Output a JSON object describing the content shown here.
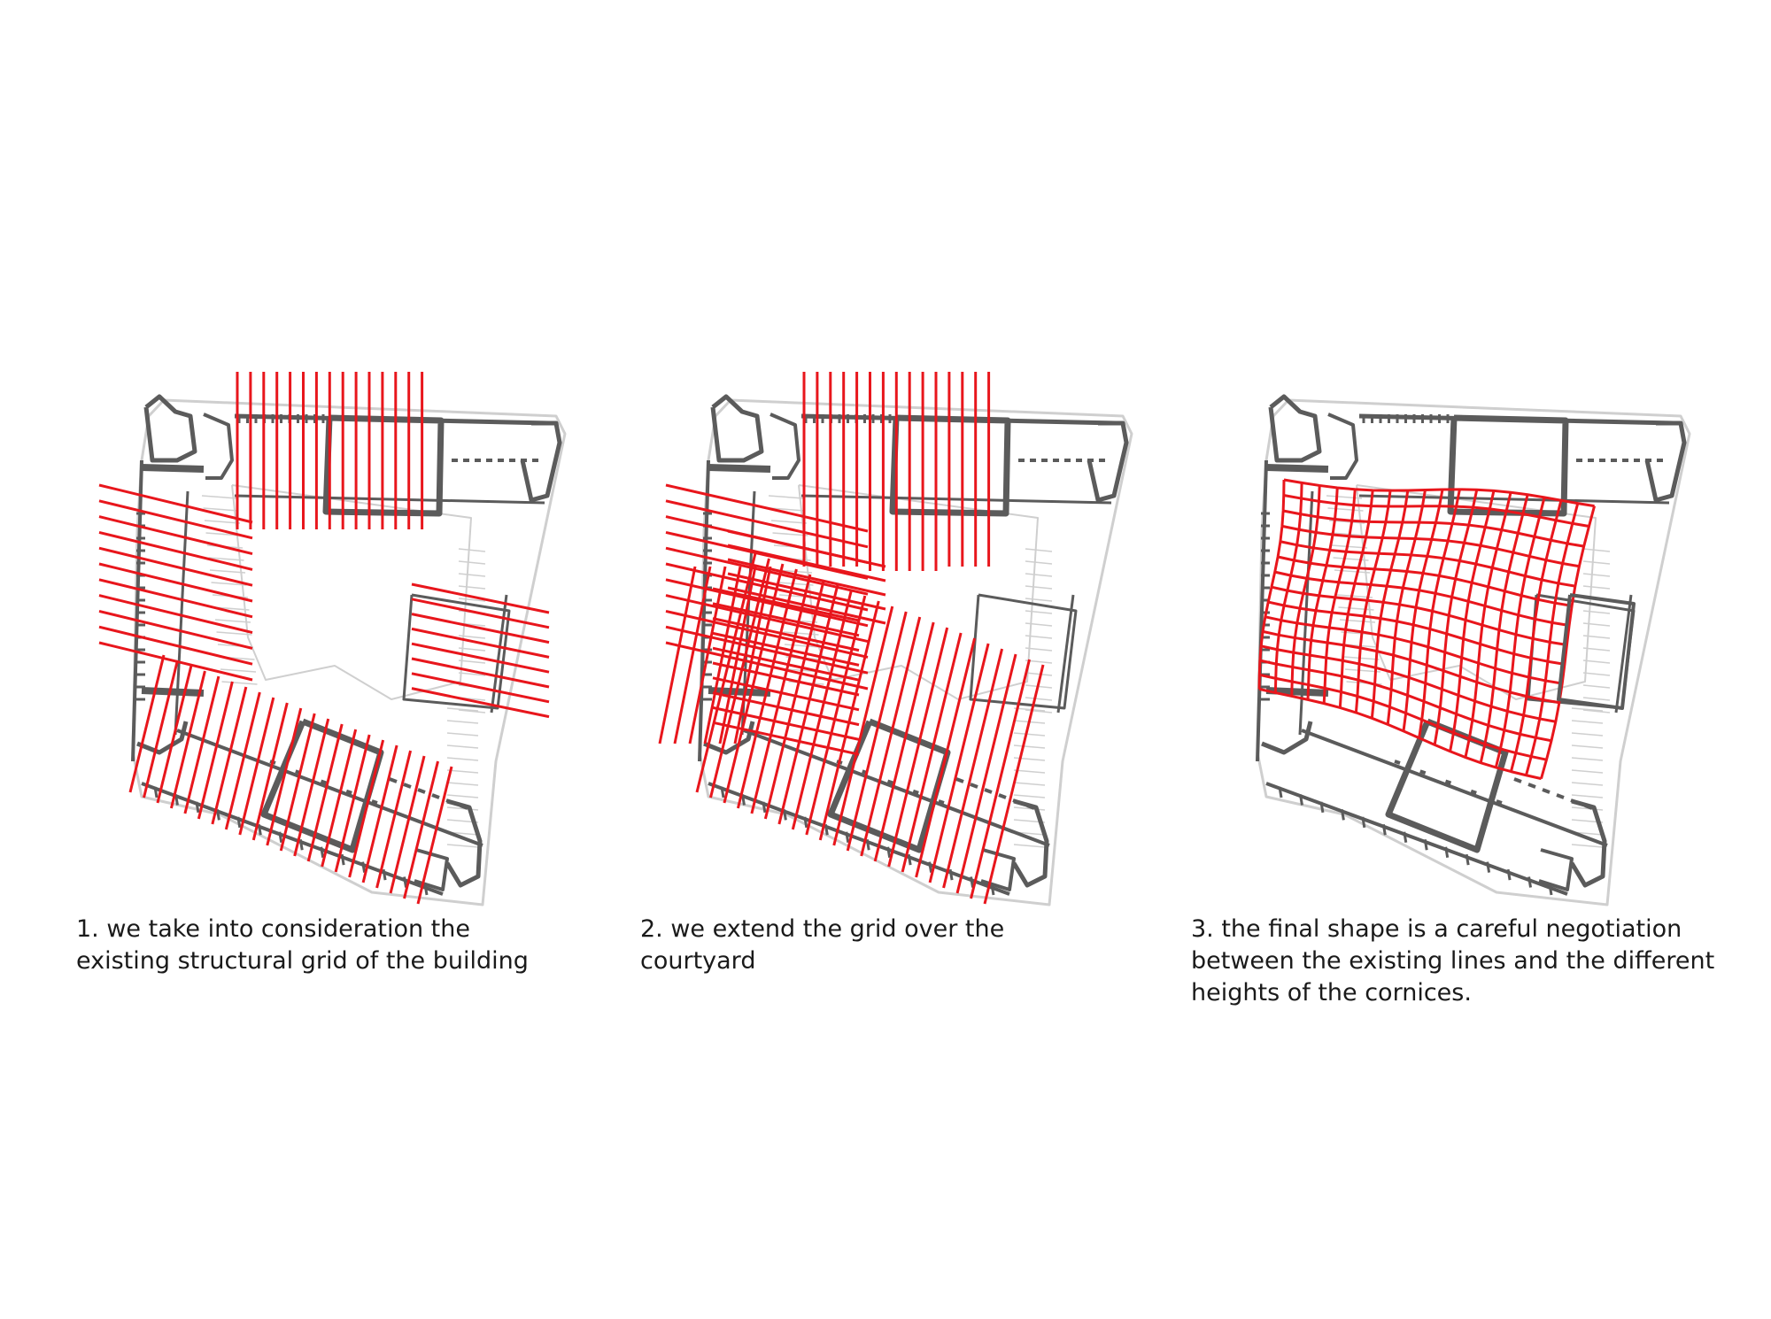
{
  "colors": {
    "grid_line": "#e8161c",
    "wall_dark": "#5b5b5b",
    "wall_light": "#cfcfcf",
    "caption_text": "#1a1a1a"
  },
  "panels": [
    {
      "step": 1,
      "caption": "1. we take into consideration the\nexisting structural grid of the building"
    },
    {
      "step": 2,
      "caption": "2. we extend the grid over the\ncourtyard"
    },
    {
      "step": 3,
      "caption": "3. the final shape is a careful negotiation\nbetween the existing lines and the different\nheights of the cornices."
    }
  ]
}
